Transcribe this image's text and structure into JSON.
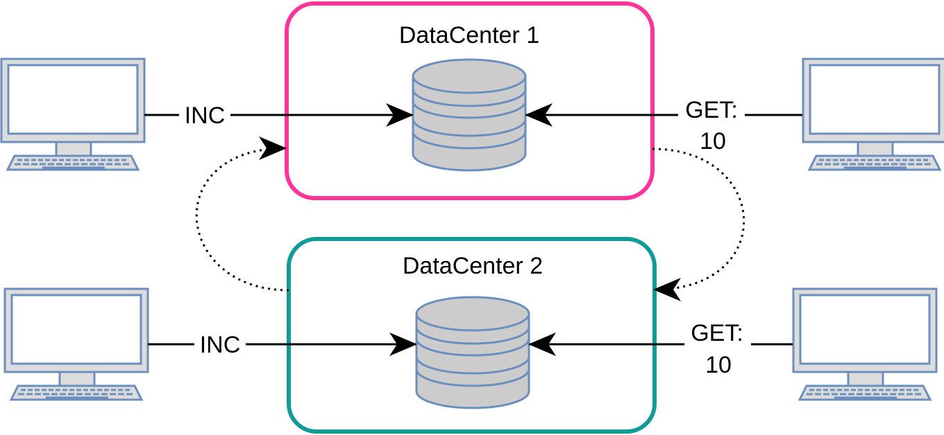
{
  "colors": {
    "datacenter_1_border": "#ff3399",
    "datacenter_2_border": "#129a99",
    "device_stroke": "#6c8ebf",
    "device_screen_fill": "#ffffff",
    "device_frame_fill": "#dcdcdc",
    "database_fill": "#cccccc",
    "arrow": "#000000"
  },
  "datacenters": [
    {
      "label": "DataCenter 1"
    },
    {
      "label": "DataCenter 2"
    }
  ],
  "edges": {
    "dc1_inc": {
      "label": "INC"
    },
    "dc1_get": {
      "line1": "GET:",
      "line2": "10"
    },
    "dc2_inc": {
      "label": "INC"
    },
    "dc2_get": {
      "line1": "GET:",
      "line2": "10"
    }
  },
  "icons": {
    "client": "computer-monitor-icon",
    "store": "database-cylinder-icon"
  }
}
